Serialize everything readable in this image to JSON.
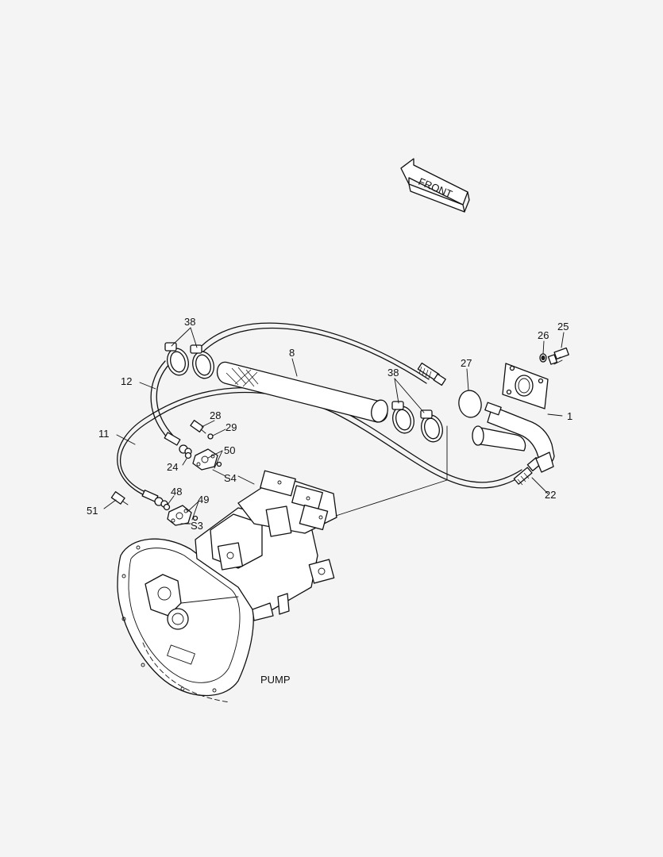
{
  "direction_arrow": {
    "text": "FRONT"
  },
  "labels": {
    "p1": "1",
    "p8": "8",
    "p11": "11",
    "p12": "12",
    "p22": "22",
    "p24": "24",
    "p25": "25",
    "p26": "26",
    "p27": "27",
    "p28": "28",
    "p29": "29",
    "p38a": "38",
    "p38b": "38",
    "p48": "48",
    "p49": "49",
    "p50": "50",
    "p51": "51",
    "s3": "S3",
    "s4": "S4"
  },
  "assembly_name": "PUMP"
}
